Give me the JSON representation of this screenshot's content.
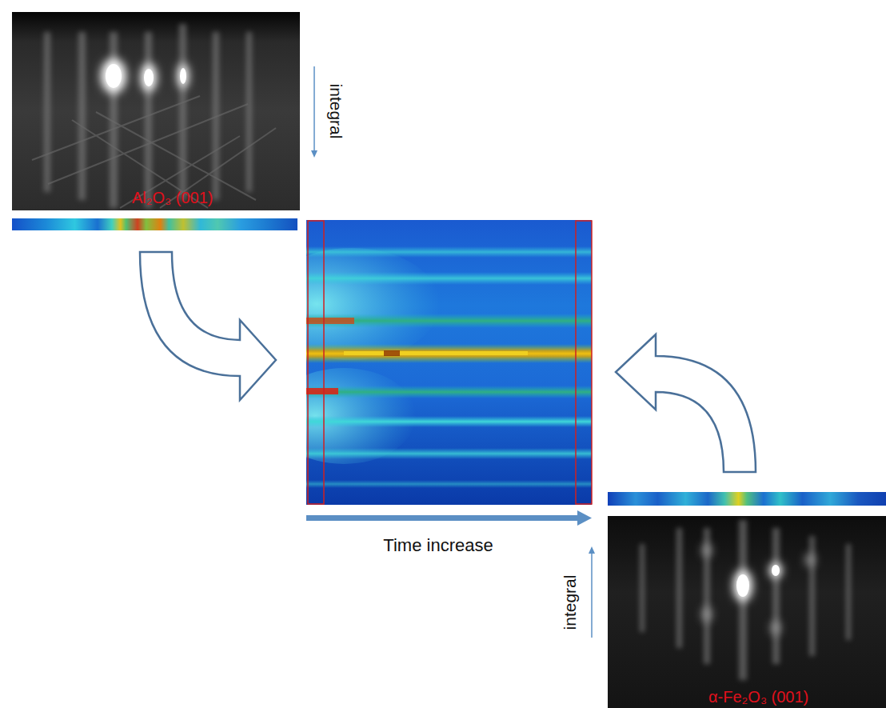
{
  "diagram": {
    "nodes": [
      {
        "text": [
          "Al₂O₃ (001)"
        ]
      },
      {
        "text": [
          "α-Fe₂O₃ (001)"
        ]
      }
    ],
    "labels": [
      "integral",
      "Time increase",
      "integral"
    ]
  }
}
